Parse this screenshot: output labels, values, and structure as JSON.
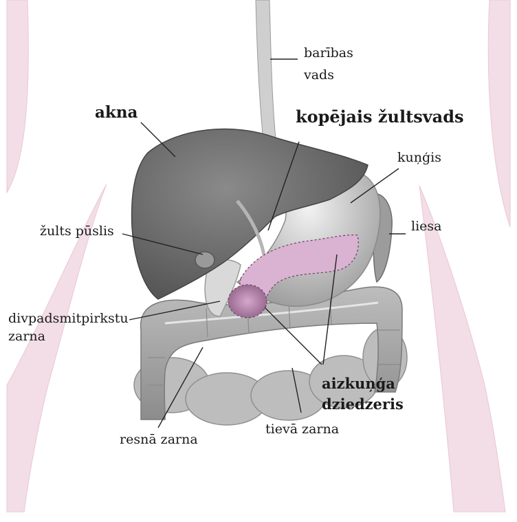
{
  "labels": {
    "baribas_vads": [
      "barības",
      "vads"
    ],
    "akna": "akna",
    "kopejais": "kopējais žultsvads",
    "kungis": "kuņģis",
    "liesa": "liesa",
    "zults_puslis": "žults pūslis",
    "divpadsmit": [
      "divpadsmitpirkstu",
      "zarna"
    ],
    "aizkunga": [
      "aizkuņģa",
      "dziedzeris"
    ],
    "resna_zarna": "resnā zarna",
    "tieva_zarna": "tievā zarna"
  },
  "colors": {
    "body_outline": "#f3dde6",
    "organ_dark": "#6e6e6e",
    "organ_mid": "#9a9a9a",
    "organ_light": "#d6d6d6",
    "pancreas": "#c99ac0",
    "leader_line": "#222222"
  }
}
